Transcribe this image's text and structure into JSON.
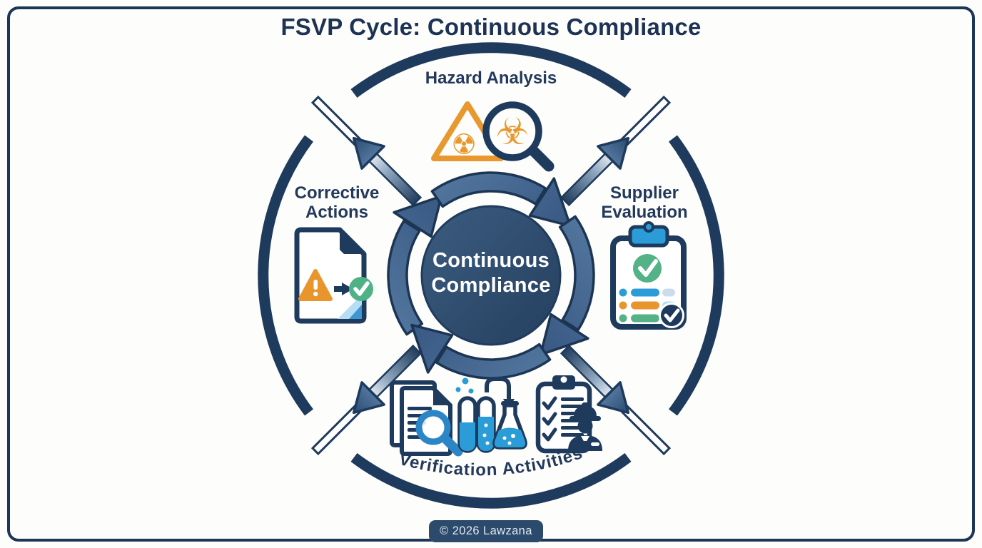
{
  "title": "FSVP Cycle: Continuous Compliance",
  "center": {
    "line1": "Continuous",
    "line2": "Compliance"
  },
  "stages": {
    "hazard": {
      "label": "Hazard Analysis",
      "icons": [
        "radiation-warning-triangle",
        "biohazard-magnifier"
      ]
    },
    "supplier": {
      "line1": "Supplier",
      "line2": "Evaluation",
      "icons": [
        "evaluation-checklist-clipboard"
      ]
    },
    "corrective": {
      "line1": "Corrective",
      "line2": "Actions",
      "icons": [
        "warning-to-resolved-document"
      ]
    },
    "verification": {
      "label": "Verification Activities",
      "icons": [
        "document-review-magnifier",
        "lab-test-tubes-flask",
        "inspector-checklist"
      ]
    }
  },
  "glyphs": {
    "radiation": "☢",
    "biohazard": "☣"
  },
  "footer": {
    "copyright": "© 2026 Lawzana"
  },
  "colors": {
    "navy": "#1e3a5c",
    "navy_dark": "#1d3354",
    "steel_blue": "#41638d",
    "steel_light": "#6d8fb4",
    "center_fill": "#2c4a6b",
    "orange": "#e8982f",
    "blue": "#2b9cd8",
    "green": "#4fb286",
    "light_blue": "#b5ddf4",
    "gray_blue": "#ccdcec",
    "background": "#fdfdfb",
    "text_white": "#ffffff"
  }
}
